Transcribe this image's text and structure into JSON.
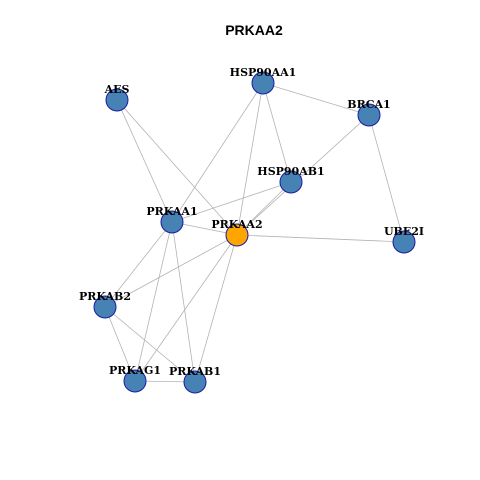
{
  "title": "PRKAA2",
  "colors": {
    "node_default": "#4682b4",
    "node_focus": "#ffa500",
    "node_border": "#1a1aa6",
    "edge": "#b3b3b3"
  },
  "nodes": [
    {
      "id": "PRKAA2",
      "label": "PRKAA2",
      "focus": true
    },
    {
      "id": "PRKAA1",
      "label": "PRKAA1"
    },
    {
      "id": "HSP90AA1",
      "label": "HSP90AA1"
    },
    {
      "id": "HSP90AB1",
      "label": "HSP90AB1"
    },
    {
      "id": "BRCA1",
      "label": "BRCA1"
    },
    {
      "id": "AES",
      "label": "AES"
    },
    {
      "id": "UBE2I",
      "label": "UBE2I"
    },
    {
      "id": "PRKAB2",
      "label": "PRKAB2"
    },
    {
      "id": "PRKAG1",
      "label": "PRKAG1"
    },
    {
      "id": "PRKAB1",
      "label": "PRKAB1"
    }
  ],
  "edges": [
    [
      "AES",
      "PRKAA1"
    ],
    [
      "AES",
      "PRKAA2"
    ],
    [
      "HSP90AA1",
      "BRCA1"
    ],
    [
      "HSP90AA1",
      "HSP90AB1"
    ],
    [
      "HSP90AA1",
      "PRKAA1"
    ],
    [
      "HSP90AA1",
      "PRKAA2"
    ],
    [
      "BRCA1",
      "PRKAA2"
    ],
    [
      "BRCA1",
      "UBE2I"
    ],
    [
      "HSP90AB1",
      "PRKAA1"
    ],
    [
      "HSP90AB1",
      "PRKAA2"
    ],
    [
      "PRKAA1",
      "PRKAA2"
    ],
    [
      "PRKAA1",
      "PRKAB2"
    ],
    [
      "PRKAA1",
      "PRKAG1"
    ],
    [
      "PRKAA1",
      "PRKAB1"
    ],
    [
      "PRKAA2",
      "UBE2I"
    ],
    [
      "PRKAA2",
      "PRKAB2"
    ],
    [
      "PRKAA2",
      "PRKAG1"
    ],
    [
      "PRKAA2",
      "PRKAB1"
    ],
    [
      "PRKAB2",
      "PRKAG1"
    ],
    [
      "PRKAB2",
      "PRKAB1"
    ],
    [
      "PRKAG1",
      "PRKAB1"
    ]
  ]
}
